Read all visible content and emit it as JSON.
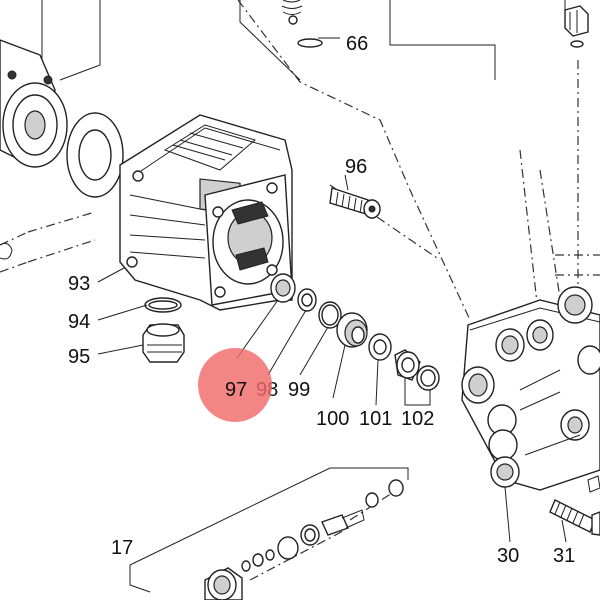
{
  "labels": {
    "l66": "66",
    "l96": "96",
    "l93": "93",
    "l94": "94",
    "l95": "95",
    "l97": "97",
    "l98": "98",
    "l99": "99",
    "l100": "100",
    "l101": "101",
    "l102": "102",
    "l17": "17",
    "l30": "30",
    "l31": "31"
  },
  "highlight": {
    "part": "97",
    "color": "#f26a6a"
  },
  "colors": {
    "line": "#222222",
    "label": "#111111",
    "background": "#ffffff"
  }
}
